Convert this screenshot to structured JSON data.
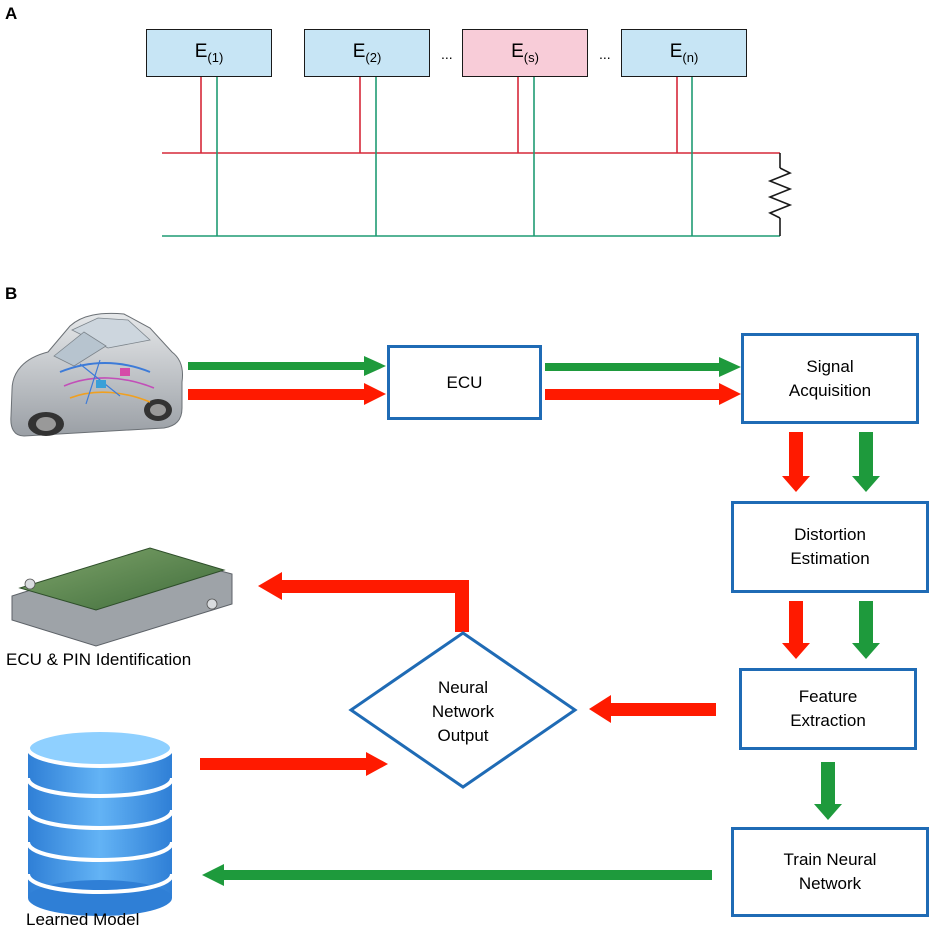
{
  "panel_a": {
    "label": "A",
    "nodes": [
      {
        "base": "E",
        "sub": "(1)"
      },
      {
        "base": "E",
        "sub": "(2)"
      },
      {
        "base": "E",
        "sub": "(s)"
      },
      {
        "base": "E",
        "sub": "(n)"
      }
    ],
    "ellipsis": "..."
  },
  "panel_b": {
    "label": "B",
    "ecu": "ECU",
    "signal_acquisition": [
      "Signal",
      "Acquisition"
    ],
    "distortion_estimation": [
      "Distortion",
      "Estimation"
    ],
    "feature_extraction": [
      "Feature",
      "Extraction"
    ],
    "train_neural_network": [
      "Train Neural",
      "Network"
    ],
    "neural_network_output": [
      "Neural",
      "Network",
      "Output"
    ],
    "ecu_pin_caption": "ECU & PIN Identification",
    "learned_model_caption": "Learned Model"
  },
  "colors": {
    "bus_high": "#d62839",
    "bus_low": "#1f9b73",
    "arrow_red": "#ff1a00",
    "arrow_green": "#1e9a3c",
    "box_border": "#1f6bb5",
    "node_fill": "#c7e5f5",
    "node_selected_fill": "#f8ccd8"
  }
}
